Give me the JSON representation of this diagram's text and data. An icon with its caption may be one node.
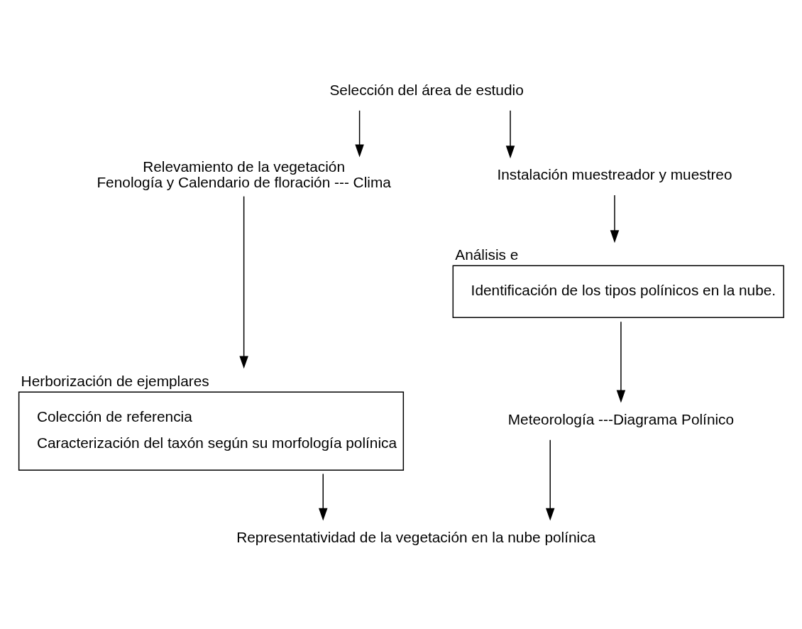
{
  "diagram": {
    "nodes": [
      {
        "text": [
          "Selección del área de estudio"
        ]
      },
      {
        "text": [
          "Relevamiento de la vegetación",
          "Fenología y Calendario de floración --- Clima"
        ]
      },
      {
        "text": [
          "Instalación muestreador y muestreo"
        ]
      },
      {
        "text": [
          "Herborización de ejemplares",
          "Colección de referencia",
          "Caracterización del taxón según su morfología polínica"
        ]
      },
      {
        "text": [
          "Análisis e",
          "Identificación de los tipos polínicos en la nube."
        ]
      },
      {
        "text": [
          "Meteorología ---Diagrama Polínico"
        ]
      },
      {
        "text": [
          "Representatividad de la vegetación en la nube polínica"
        ]
      }
    ],
    "edges": [
      {
        "from": 0,
        "to": 1,
        "arrow": "to"
      },
      {
        "from": 0,
        "to": 2,
        "arrow": "to"
      },
      {
        "from": 1,
        "to": 3,
        "arrow": "to"
      },
      {
        "from": 2,
        "to": 4,
        "arrow": "to"
      },
      {
        "from": 4,
        "to": 5,
        "arrow": "to"
      },
      {
        "from": 3,
        "to": 6,
        "arrow": "to"
      },
      {
        "from": 5,
        "to": 6,
        "arrow": "to"
      }
    ]
  }
}
